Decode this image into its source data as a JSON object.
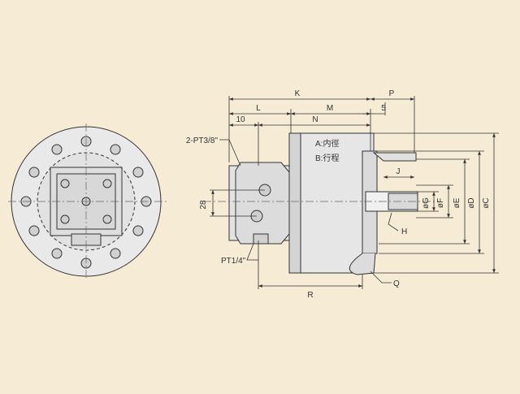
{
  "colors": {
    "background": "#f6ecd6",
    "line": "#333333",
    "body_fill": "#e6e6e6",
    "body_shade": "#d2d2d2",
    "center_line": "#666666"
  },
  "dimensions": {
    "K": "K",
    "P": "P",
    "L": "L",
    "M": "M",
    "five": "5",
    "ten": "10",
    "N": "N",
    "J": "J",
    "R": "R",
    "h28": "28",
    "G": "øG",
    "F": "øF",
    "E": "øE",
    "D": "øD",
    "C": "øC"
  },
  "callouts": {
    "port_top": "2-PT3/8\"",
    "port_bottom": "PT1/4\"",
    "H": "H",
    "Q": "Q"
  },
  "legend": {
    "A": "A:内徑",
    "B": "B:行程"
  }
}
